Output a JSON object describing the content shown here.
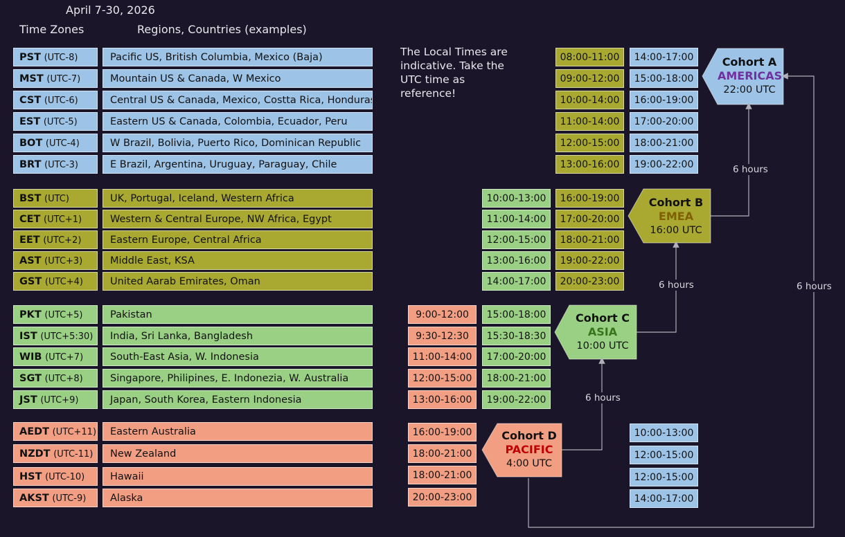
{
  "header": {
    "date": "April 7-30, 2026",
    "col_timezones": "Time Zones",
    "col_regions": "Regions, Countries (examples)"
  },
  "note": "The Local Times are indicative. Take the UTC time as reference!",
  "colors": {
    "blue": "#9dc3e6",
    "olive": "#a9a931",
    "green": "#9ad083",
    "salmon": "#f19e83",
    "background": "#1a1528"
  },
  "zones": [
    {
      "abbr": "PST",
      "offset": "(UTC-8)",
      "region": "Pacific US, British Columbia, Mexico (Baja)"
    },
    {
      "abbr": "MST",
      "offset": "(UTC-7)",
      "region": "Mountain US & Canada, W Mexico"
    },
    {
      "abbr": "CST",
      "offset": "(UTC-6)",
      "region": "Central US & Canada, Mexico, Costta Rica, Honduras"
    },
    {
      "abbr": "EST",
      "offset": "(UTC-5)",
      "region": "Eastern US & Canada, Colombia, Ecuador, Peru"
    },
    {
      "abbr": "BOT",
      "offset": "(UTC-4)",
      "region": "W Brazil, Bolivia, Puerto Rico, Dominican Republic"
    },
    {
      "abbr": "BRT",
      "offset": "(UTC-3)",
      "region": "E Brazil, Argentina, Uruguay, Paraguay, Chile"
    },
    {
      "abbr": "BST",
      "offset": "(UTC)",
      "region": "UK, Portugal, Iceland, Western Africa"
    },
    {
      "abbr": "CET",
      "offset": "(UTC+1)",
      "region": "Western & Central Europe, NW Africa, Egypt"
    },
    {
      "abbr": "EET",
      "offset": "(UTC+2)",
      "region": "Eastern Europe, Central Africa"
    },
    {
      "abbr": "AST",
      "offset": "(UTC+3)",
      "region": "Middle East, KSA"
    },
    {
      "abbr": "GST",
      "offset": "(UTC+4)",
      "region": "United Aarab Emirates, Oman"
    },
    {
      "abbr": "PKT",
      "offset": "(UTC+5)",
      "region": "Pakistan"
    },
    {
      "abbr": "IST",
      "offset": "(UTC+5:30)",
      "region": "India, Sri Lanka, Bangladesh"
    },
    {
      "abbr": "WIB",
      "offset": "(UTC+7)",
      "region": "South-East Asia, W. Indonesia"
    },
    {
      "abbr": "SGT",
      "offset": "(UTC+8)",
      "region": "Singapore, Philipines, E. Indonezia, W. Australia"
    },
    {
      "abbr": "JST",
      "offset": "(UTC+9)",
      "region": "Japan, South Korea, Eastern Indonesia"
    },
    {
      "abbr": "AEDT",
      "offset": "(UTC+11)",
      "region": "Eastern Australia"
    },
    {
      "abbr": "NZDT",
      "offset": "(UTC-11)",
      "region": "New Zealand"
    },
    {
      "abbr": "HST",
      "offset": "(UTC-10)",
      "region": "Hawaii"
    },
    {
      "abbr": "AKST",
      "offset": "(UTC-9)",
      "region": "Alaska"
    }
  ],
  "times": {
    "americas_a": [
      "08:00-11:00",
      "09:00-12:00",
      "10:00-14:00",
      "11:00-14:00",
      "12:00-15:00",
      "13:00-16:00"
    ],
    "americas_b": [
      "14:00-17:00",
      "15:00-18:00",
      "16:00-19:00",
      "17:00-20:00",
      "18:00-21:00",
      "19:00-22:00"
    ],
    "emea_a": [
      "10:00-13:00",
      "11:00-14:00",
      "12:00-15:00",
      "13:00-16:00",
      "14:00-17:00"
    ],
    "emea_b": [
      "16:00-19:00",
      "17:00-20:00",
      "18:00-21:00",
      "19:00-22:00",
      "20:00-23:00"
    ],
    "asia_a": [
      "9:00-12:00",
      "9:30-12:30",
      "11:00-14:00",
      "12:00-15:00",
      "13:00-16:00"
    ],
    "asia_b": [
      "15:00-18:00",
      "15:30-18:30",
      "17:00-20:00",
      "18:00-21:00",
      "19:00-22:00"
    ],
    "pacific_a": [
      "16:00-19:00",
      "18:00-21:00",
      "18:00-21:00",
      "20:00-23:00"
    ],
    "pacific_b": [
      "10:00-13:00",
      "12:00-15:00",
      "12:00-15:00",
      "14:00-17:00"
    ]
  },
  "cohorts": {
    "a": {
      "title": "Cohort A",
      "region": "AMERICAS",
      "utc": "22:00 UTC",
      "region_color": "#7030a0"
    },
    "b": {
      "title": "Cohort B",
      "region": "EMEA",
      "utc": "16:00 UTC",
      "region_color": "#7f6000"
    },
    "c": {
      "title": "Cohort C",
      "region": "ASIA",
      "utc": "10:00 UTC",
      "region_color": "#38761d"
    },
    "d": {
      "title": "Cohort D",
      "region": "PACIFIC",
      "utc": "4:00 UTC",
      "region_color": "#c00000"
    }
  },
  "gaps": {
    "ab": "6 hours",
    "bc": "6 hours",
    "cd": "6 hours",
    "da": "6 hours"
  }
}
